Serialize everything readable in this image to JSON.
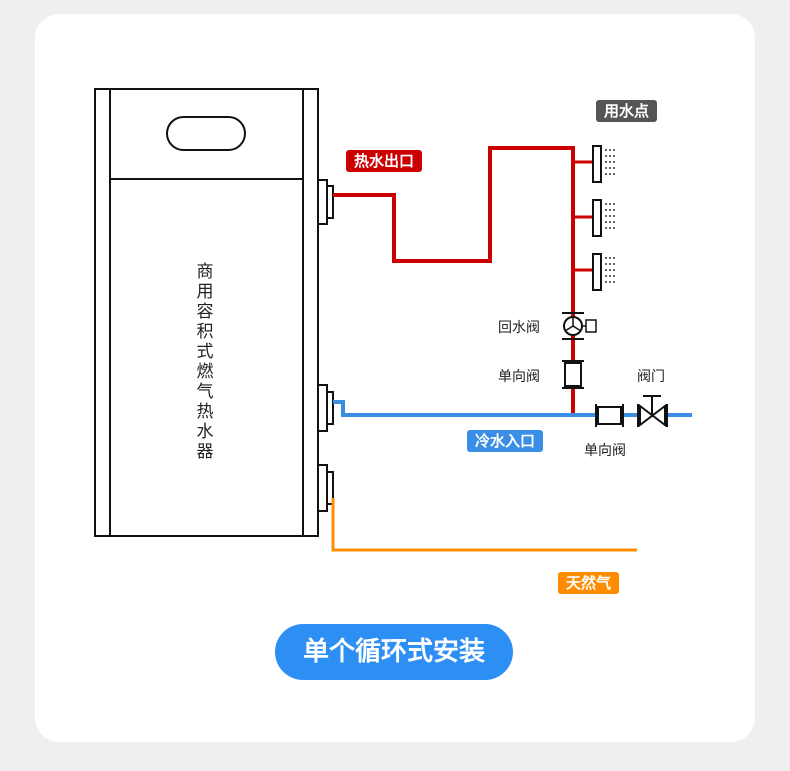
{
  "heater": {
    "label": "商用容积式燃气热水器"
  },
  "labels": {
    "use_point": "用水点",
    "hot_outlet": "热水出口",
    "cold_inlet": "冷水入口",
    "gas": "天然气",
    "return_valve": "回水阀",
    "check_valve_vertical": "单向阀",
    "check_valve_horizontal": "单向阀",
    "valve": "阀门"
  },
  "caption": "单个循环式安装",
  "colors": {
    "hot": "#cc0000",
    "cold": "#3a8ee6",
    "gas": "#ff8c00",
    "use_point_tag": "#555555",
    "caption_bg": "#2d8ef3"
  }
}
